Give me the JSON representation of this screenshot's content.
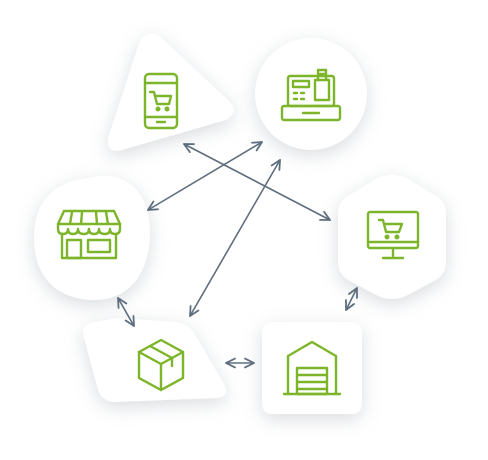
{
  "diagram": {
    "accent_color": "#7cb529",
    "arrow_color": "#5e6e7e",
    "shape_fill": "#ffffff",
    "shadow_color": "#c9ced4",
    "nodes": [
      {
        "id": "mobile",
        "icon": "mobile-phone-cart-icon",
        "shape": "rounded-triangle"
      },
      {
        "id": "pos",
        "icon": "cash-register-icon",
        "shape": "circle"
      },
      {
        "id": "store",
        "icon": "storefront-icon",
        "shape": "rounded-blob"
      },
      {
        "id": "web",
        "icon": "desktop-monitor-cart-icon",
        "shape": "hexagon"
      },
      {
        "id": "box",
        "icon": "package-box-icon",
        "shape": "parallelogram"
      },
      {
        "id": "warehouse",
        "icon": "warehouse-icon",
        "shape": "rounded-square"
      }
    ],
    "connections": [
      {
        "from": "mobile",
        "to": "web",
        "bidirectional": true
      },
      {
        "from": "pos",
        "to": "store",
        "bidirectional": true
      },
      {
        "from": "pos",
        "to": "box",
        "bidirectional": true
      },
      {
        "from": "store",
        "to": "box",
        "bidirectional": true
      },
      {
        "from": "web",
        "to": "warehouse",
        "bidirectional": true
      },
      {
        "from": "box",
        "to": "warehouse",
        "bidirectional": true
      }
    ]
  }
}
